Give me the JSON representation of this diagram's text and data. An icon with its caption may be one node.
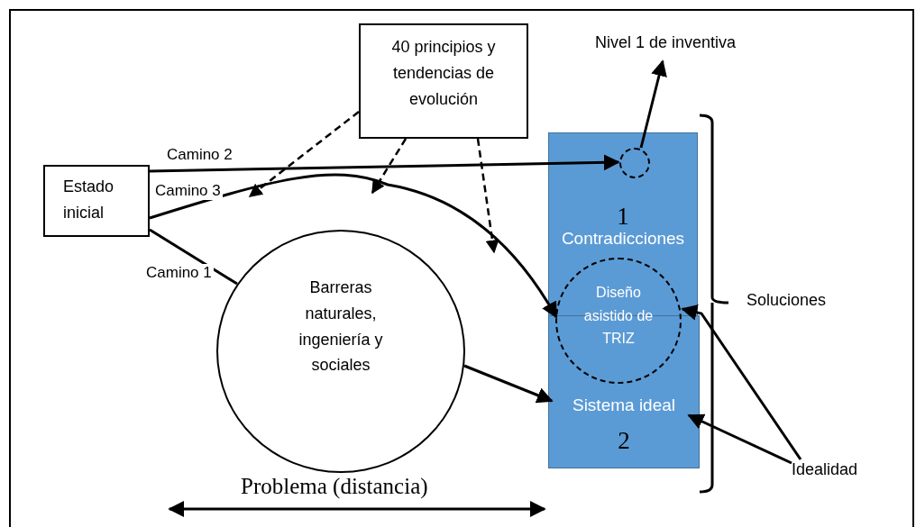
{
  "diagram": {
    "nodes": [
      {
        "text": [
          "40 principios y tendencias de evolución"
        ]
      },
      {
        "text": [
          "Nivel 1 de inventiva"
        ]
      },
      {
        "text": [
          "1",
          "Contradicciones"
        ]
      },
      {
        "text": [],
        "shape": "circle",
        "in": 2
      },
      {
        "text": [
          "Estado inicial"
        ]
      },
      {
        "text": [
          "Barreras naturales, ingeniería y sociales"
        ]
      },
      {
        "text": [
          "Diseño asistido de TRIZ"
        ]
      },
      {
        "text": [
          "Sistema ideal",
          "2"
        ]
      },
      {
        "text": [
          "Idealidad"
        ]
      }
    ],
    "edges": [
      {
        "from": 4,
        "to": 3,
        "arrow": "to",
        "label": "Camino 2"
      },
      {
        "from": 4,
        "to": 6,
        "arrow": "to",
        "label": "Camino 3"
      },
      {
        "from": 4,
        "to": 5,
        "arrow": "none",
        "label": "Camino 1"
      },
      {
        "from": 0,
        "to": null,
        "arrow": "to",
        "style": "dashed"
      },
      {
        "from": 0,
        "to": null,
        "arrow": "to",
        "style": "dashed"
      },
      {
        "from": 0,
        "to": null,
        "arrow": "to",
        "style": "dashed"
      },
      {
        "from": 5,
        "to": 7,
        "arrow": "to"
      },
      {
        "from": 3,
        "to": 1,
        "arrow": "to"
      },
      {
        "from": 8,
        "to": 6,
        "arrow": "to"
      },
      {
        "from": 8,
        "to": 7,
        "arrow": "to"
      }
    ],
    "labels": [
      "Soluciones",
      "Problema (distancia)"
    ]
  }
}
